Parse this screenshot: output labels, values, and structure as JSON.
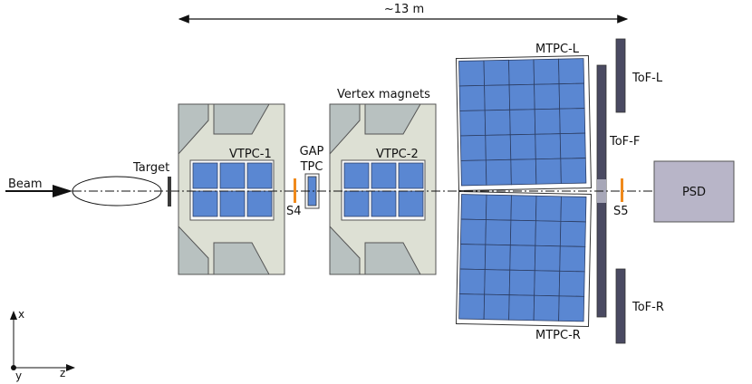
{
  "dimension": {
    "label": "~13 m"
  },
  "labels": {
    "beam": "Beam",
    "target": "Target",
    "vtpc1": "VTPC-1",
    "vtpc2": "VTPC-2",
    "gap_tpc_line1": "GAP",
    "gap_tpc_line2": "TPC",
    "s4": "S4",
    "s5": "S5",
    "vertex_magnets": "Vertex magnets",
    "mtpc_l": "MTPC-L",
    "mtpc_r": "MTPC-R",
    "tof_l": "ToF-L",
    "tof_f": "ToF-F",
    "tof_r": "ToF-R",
    "psd": "PSD"
  },
  "axes": {
    "x": "x",
    "y": "y",
    "z": "z"
  },
  "colors": {
    "magnet_fill": "#dde0d4",
    "magnet_yoke": "#b8c1c0",
    "tpc_blue": "#5a87d2",
    "tof_dark": "#4a4a62",
    "psd_fill": "#b8b5c8",
    "s_counter": "#f08a1c",
    "target": "#3a3a3a"
  }
}
